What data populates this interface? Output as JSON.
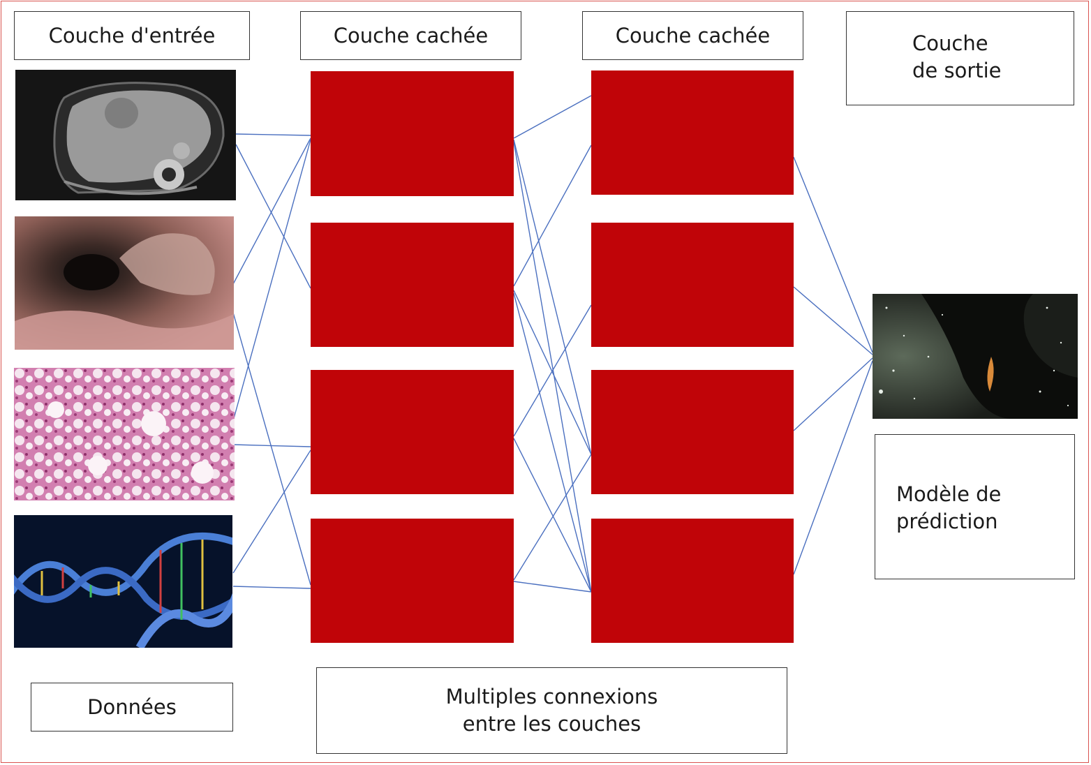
{
  "labels": {
    "input_layer": "Couche d'entrée",
    "hidden_layer_1": "Couche cachée",
    "hidden_layer_2": "Couche cachée",
    "output_layer_line1": "Couche",
    "output_layer_line2": "de sortie",
    "data": "Données",
    "connections_line1": "Multiples connexions",
    "connections_line2": "entre les couches",
    "prediction_line1": "Modèle de",
    "prediction_line2": "prédiction"
  },
  "input_images": [
    {
      "name": "ct-scan-liver-image",
      "depicts": "CT scan of the liver"
    },
    {
      "name": "endoscopy-image",
      "depicts": "endoscopic view"
    },
    {
      "name": "histology-image",
      "depicts": "liver histology slide"
    },
    {
      "name": "dna-image",
      "depicts": "DNA double helix"
    }
  ],
  "output_image": {
    "name": "output-space-image",
    "depicts": "dark nebula with stars"
  },
  "colors": {
    "node": "#c00408",
    "link": "#4a6fbf",
    "frame": "#d9534f"
  }
}
